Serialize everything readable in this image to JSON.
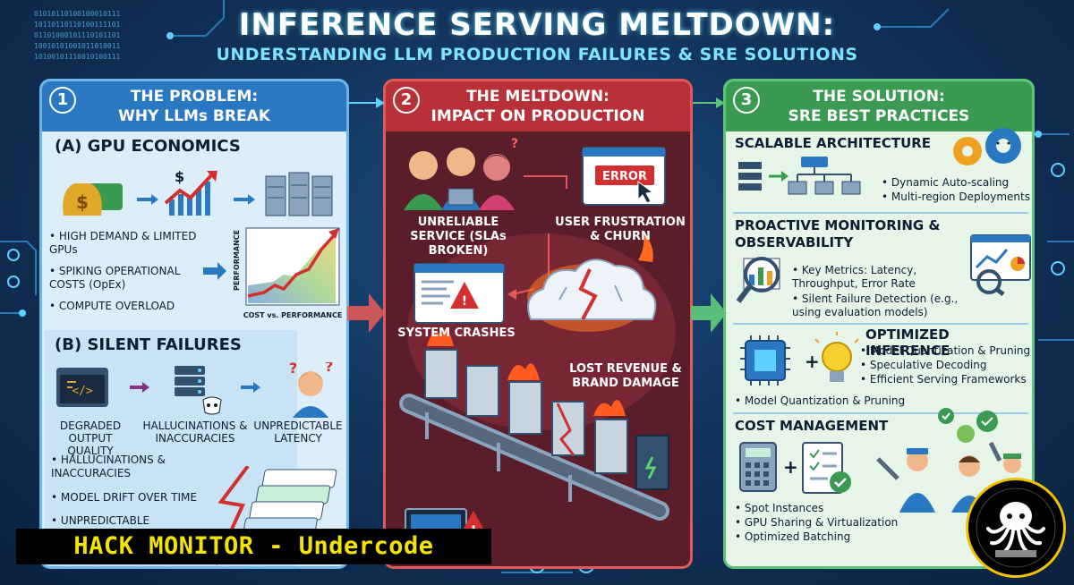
{
  "title": "INFERENCE SERVING MELTDOWN:",
  "subtitle": "UNDERSTANDING LLM PRODUCTION FAILURES & SRE SOLUTIONS",
  "binary_lines": [
    "01010110100100010111",
    "10110110110100111101",
    "01101000101110101101",
    "10010101001011010011",
    "10100101110010100111"
  ],
  "colors": {
    "problem": "#2a78c2",
    "meltdown": "#b83038",
    "solution": "#3a9a52",
    "banner_text": "#f5e400"
  },
  "problem": {
    "number": "1",
    "title_line1": "THE PROBLEM:",
    "title_line2": "WHY LLMs BREAK",
    "gpu": {
      "heading": "(A) GPU ECONOMICS",
      "bullets": [
        "HIGH DEMAND & LIMITED GPUs",
        "SPIKING OPERATIONAL COSTS (OpEx)",
        "COMPUTE OVERLOAD"
      ],
      "chart_ylabel": "PERFORMANCE",
      "chart_xlabel": "COST vs. PERFORMANCE"
    },
    "silent": {
      "heading": "(B) SILENT FAILURES",
      "captions": [
        "DEGRADED OUTPUT QUALITY",
        "HALLUCINATIONS & INACCURACIES",
        "UNPREDICTABLE LATENCY"
      ],
      "bullets": [
        "HALLUCINATIONS & INACCURACIES",
        "MODEL DRIFT OVER TIME",
        "UNPREDICTABLE"
      ]
    }
  },
  "meltdown": {
    "number": "2",
    "title_line1": "THE MELTDOWN:",
    "title_line2": "IMPACT ON PRODUCTION",
    "error_label": "ERROR",
    "captions": {
      "unreliable": "UNRELIABLE SERVICE (SLAs BROKEN)",
      "frustration": "USER FRUSTRATION & CHURN",
      "crashes": "SYSTEM CRASHES",
      "revenue": "LOST REVENUE & BRAND DAMAGE"
    }
  },
  "solution": {
    "number": "3",
    "title_line1": "THE SOLUTION:",
    "title_line2": "SRE BEST PRACTICES",
    "sections": [
      {
        "heading": "SCALABLE ARCHITECTURE",
        "bullets": [
          "Dynamic Auto-scaling",
          "Multi-region Deployments"
        ]
      },
      {
        "heading": "PROACTIVE MONITORING & OBSERVABILITY",
        "bullets": [
          "Key Metrics: Latency, Throughput, Error Rate",
          "Silent Failure Detection (e.g., using evaluation models)"
        ]
      },
      {
        "heading": "OPTIMIZED INFERENCE",
        "bullets": [
          "Model Quantization & Pruning",
          "Speculative Decoding",
          "Efficient Serving Frameworks"
        ],
        "extra": "Model Quantization & Pruning"
      },
      {
        "heading": "COST MANAGEMENT",
        "bullets": [
          "Spot Instances",
          "GPU Sharing & Virtualization",
          "Optimized Batching"
        ]
      }
    ]
  },
  "banner": "HACK MONITOR - Undercode"
}
